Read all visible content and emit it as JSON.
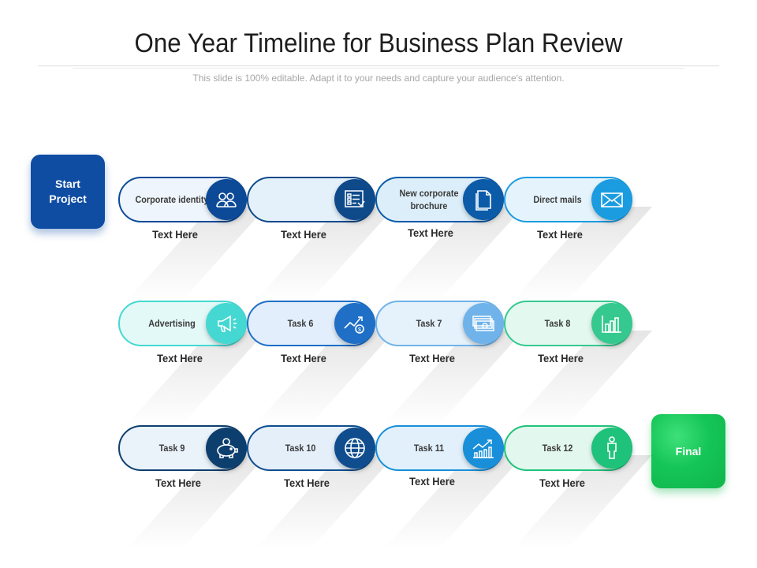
{
  "title": "One Year Timeline for Business Plan Review",
  "subtitle": "This slide is 100% editable. Adapt it to your needs and capture your audience's attention.",
  "start_label": "Start Project",
  "final_label": "Final",
  "tasks": [
    {
      "label": "Corporate identity",
      "caption": "Text Here",
      "icon": "people-icon",
      "circle": "#0c4a97",
      "fill": "#eef5fc",
      "border": "#0c4a97"
    },
    {
      "label": "",
      "caption": "Text Here",
      "icon": "checklist-icon",
      "circle": "#0e4a8a",
      "fill": "#e4f1fb",
      "border": "#0e4a8a"
    },
    {
      "label": "New corporate brochure",
      "caption": "Text Here",
      "icon": "document-icon",
      "circle": "#0c5ba8",
      "fill": "#dceefa",
      "border": "#0c5ba8"
    },
    {
      "label": "Direct mails",
      "caption": "Text Here",
      "icon": "mail-icon",
      "circle": "#1c9ce0",
      "fill": "#e5f4fc",
      "border": "#1c9ce0"
    },
    {
      "label": "Advertising",
      "caption": "Text Here",
      "icon": "megaphone-icon",
      "circle": "#45d8d2",
      "fill": "#e3f9f7",
      "border": "#45d8d2"
    },
    {
      "label": "Task 6",
      "caption": "Text Here",
      "icon": "money-growth-icon",
      "circle": "#1f6fc6",
      "fill": "#e2eefb",
      "border": "#1f6fc6"
    },
    {
      "label": "Task 7",
      "caption": "Text Here",
      "icon": "cash-icon",
      "circle": "#6fb3ea",
      "fill": "#e5f1fb",
      "border": "#6fb3ea"
    },
    {
      "label": "Task 8",
      "caption": "Text Here",
      "icon": "bar-chart-icon",
      "circle": "#35c98f",
      "fill": "#e3f8ef",
      "border": "#35c98f"
    },
    {
      "label": "Task 9",
      "caption": "Text Here",
      "icon": "piggy-bank-icon",
      "circle": "#0d3f6e",
      "fill": "#eaf2fa",
      "border": "#0d3f6e"
    },
    {
      "label": "Task 10",
      "caption": "Text Here",
      "icon": "globe-icon",
      "circle": "#0f4d8e",
      "fill": "#e4effa",
      "border": "#0f4d8e"
    },
    {
      "label": "Task 11",
      "caption": "Text Here",
      "icon": "growth-chart-icon",
      "circle": "#188fd8",
      "fill": "#e1f0fb",
      "border": "#188fd8"
    },
    {
      "label": "Task 12",
      "caption": "Text Here",
      "icon": "person-icon",
      "circle": "#1fc27a",
      "fill": "#e2f7ee",
      "border": "#1fc27a"
    }
  ]
}
